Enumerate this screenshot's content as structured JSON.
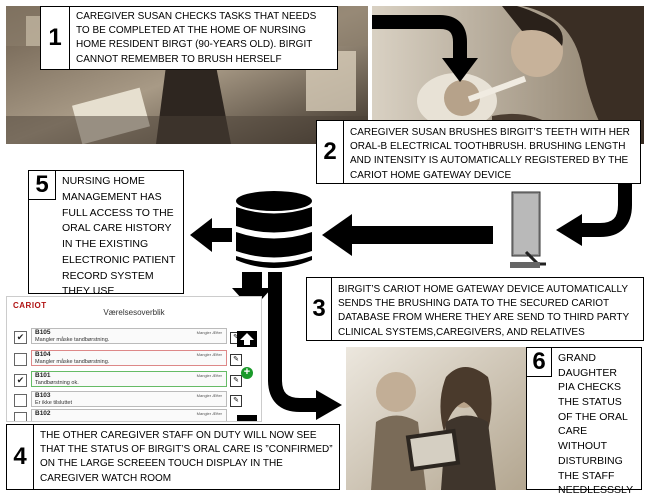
{
  "steps": [
    {
      "num": "1",
      "text": "Caregiver Susan checks tasks that needs  to be completed at the home of nursing home resident Birgt (90-years old). Birgit cannot remember to brush herself"
    },
    {
      "num": "2",
      "text": "Caregiver Susan brushes Birgit’s teeth with her Oral-B electrical toothbrush. Brushing length and intensity is automatically registered by the Cariot Home Gateway device"
    },
    {
      "num": "3",
      "text": "Birgit’s Cariot Home Gateway device automatically sends the brushing data to the secured Cariot database from where they are send to third party clinical systems,caregivers, and relatives"
    },
    {
      "num": "4",
      "text": "The other caregiver staff on duty will now see that the status of Birgit’s oral care is ”confirmed” on the large screeen touch display in the caregiver watch room"
    },
    {
      "num": "5",
      "text": "Nursing home management has full access to the oral care history in the existing electronic patient record system they use"
    },
    {
      "num": "6",
      "text": "Grand daughter Pia checks the status of the oral care without disturbing the staff needlesssly"
    }
  ],
  "screen": {
    "logo": "CARIOT",
    "title": "Værelsesoverblik",
    "rows": [
      {
        "id": "B105",
        "desc": "Mangler måske tandbørstning.",
        "checked": "✔",
        "meta": "Mangler  Æfter"
      },
      {
        "id": "B104",
        "desc": "Mangler måske tandbørstning.",
        "checked": "",
        "meta": "Mangler  Æfter"
      },
      {
        "id": "B101",
        "desc": "Tandbørstning ok.",
        "checked": "✔",
        "meta": "Mangler  Æfter"
      },
      {
        "id": "B103",
        "desc": "Er ikke tilsluttet",
        "checked": "",
        "meta": "Mangler  Æfter"
      },
      {
        "id": "B102",
        "desc": "",
        "checked": "",
        "meta": "Mangler  Æfter"
      }
    ]
  },
  "colors": {
    "logo": "#b01313",
    "plus": "#1a9a2a"
  }
}
